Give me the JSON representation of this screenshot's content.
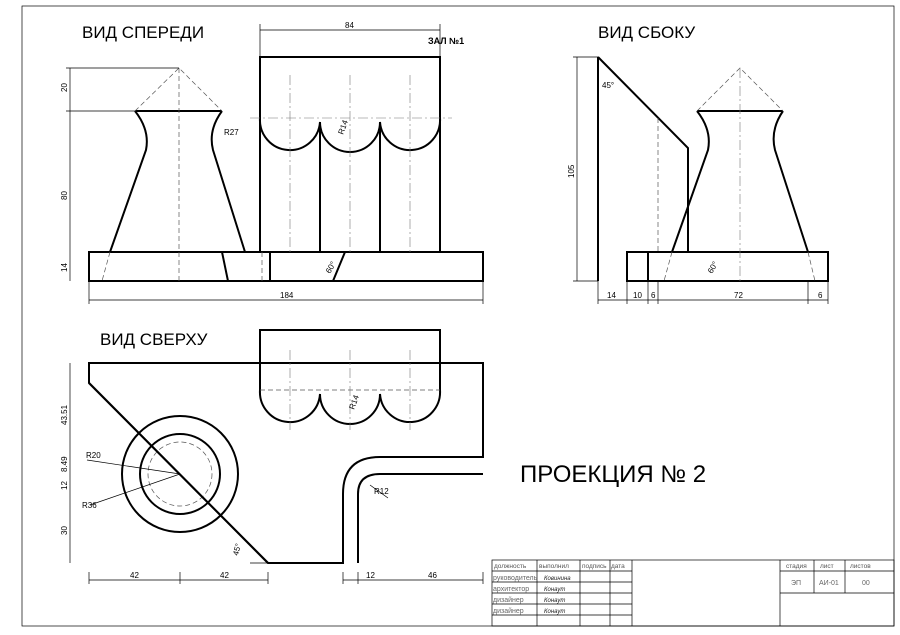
{
  "views": {
    "front_title": "ВИД СПЕРЕДИ",
    "side_title": "ВИД СБОКУ",
    "top_title": "ВИД СВЕРХУ",
    "hall_label": "ЗАЛ №1",
    "projection_title": "ПРОЕКЦИЯ № 2"
  },
  "front_dims": {
    "w84": "84",
    "h20": "20",
    "h80": "80",
    "h14": "14",
    "w184": "184",
    "r27": "R27",
    "r14": "R14",
    "a60": "60°"
  },
  "side_dims": {
    "h105": "105",
    "a45": "45°",
    "a60": "60°",
    "w14": "14",
    "w10": "10",
    "w6a": "6",
    "w72": "72",
    "w6b": "6"
  },
  "top_dims": {
    "h4351": "43.51",
    "h849": "8.49",
    "h12": "12",
    "h30": "30",
    "r20": "R20",
    "r36": "R36",
    "a45": "45°",
    "w42a": "42",
    "w42b": "42",
    "r14": "R14",
    "r12": "R12",
    "w12": "12",
    "w46": "46"
  },
  "title_block": {
    "headers": [
      "должность",
      "выполнил",
      "подпись",
      "дата"
    ],
    "rows": [
      {
        "role": "руководитель",
        "name": "Ковинина"
      },
      {
        "role": "архитектор",
        "name": "Конаут"
      },
      {
        "role": "дизайнер",
        "name": "Конаут"
      },
      {
        "role": "дизайнер",
        "name": "Конаут"
      }
    ],
    "stage_header": "стадия",
    "sheet_header": "лист",
    "sheets_header": "листов",
    "stage": "ЭП",
    "sheet": "АИ-01",
    "sheets": "00"
  }
}
